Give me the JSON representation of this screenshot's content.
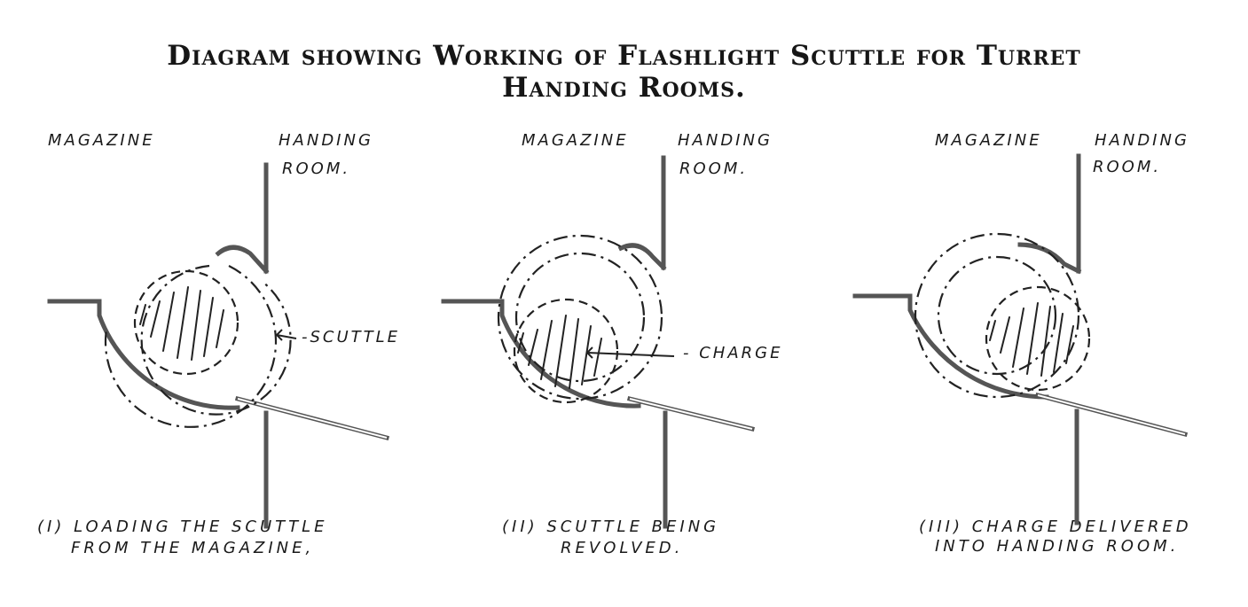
{
  "title": {
    "line1": "Diagram showing Working of Flashlight Scuttle for Turret",
    "line2": "Handing Rooms."
  },
  "panels": [
    {
      "label_magazine": "MAGAZINE",
      "label_handing": "HANDING",
      "label_room": "ROOM.",
      "annotation": "-SCUTTLE",
      "caption_line1": "(I) LOADING THE SCUTTLE",
      "caption_line2": "FROM THE MAGAZINE,"
    },
    {
      "label_magazine": "MAGAZINE",
      "label_handing": "HANDING",
      "label_room": "ROOM.",
      "annotation": "- CHARGE",
      "caption_line1": "(II) SCUTTLE BEING",
      "caption_line2": "REVOLVED."
    },
    {
      "label_magazine": "MAGAZINE",
      "label_handing": "HANDING",
      "label_room": "ROOM.",
      "caption_line1": "(III) CHARGE DELIVERED",
      "caption_line2": "INTO HANDING ROOM."
    }
  ]
}
